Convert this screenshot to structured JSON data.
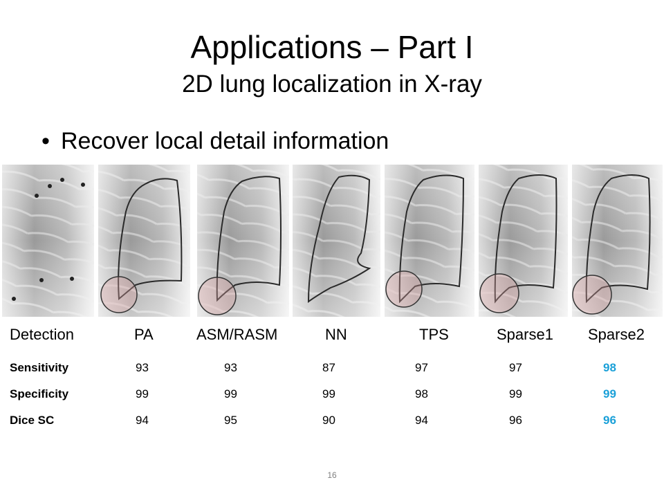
{
  "slide": {
    "title": "Applications – Part I",
    "subtitle": "2D lung localization in X-ray",
    "bullet": "Recover local detail information",
    "page_number": "16"
  },
  "methods": [
    "Detection",
    "PA",
    "ASM/RASM",
    "NN",
    "TPS",
    "Sparse1",
    "Sparse2"
  ],
  "table": {
    "rows": [
      {
        "name": "Sensitivity",
        "values": [
          "93",
          "93",
          "87",
          "97",
          "97",
          "98"
        ]
      },
      {
        "name": "Specificity",
        "values": [
          "99",
          "99",
          "99",
          "98",
          "99",
          "99"
        ]
      },
      {
        "name": "Dice SC",
        "values": [
          "94",
          "95",
          "90",
          "94",
          "96",
          "96"
        ]
      }
    ],
    "highlight_color": "#1aa0d8"
  }
}
